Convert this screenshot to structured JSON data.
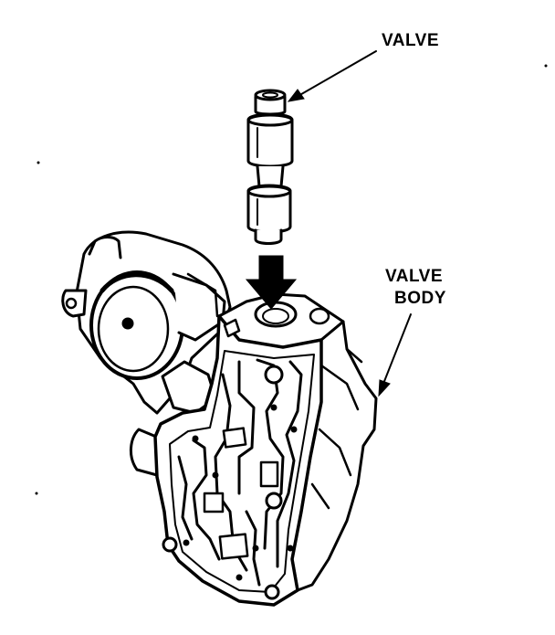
{
  "labels": {
    "valve": "VALVE",
    "valve_body_line1": "VALVE",
    "valve_body_line2": "BODY"
  },
  "colors": {
    "ink": "#000000",
    "paper": "#ffffff"
  }
}
